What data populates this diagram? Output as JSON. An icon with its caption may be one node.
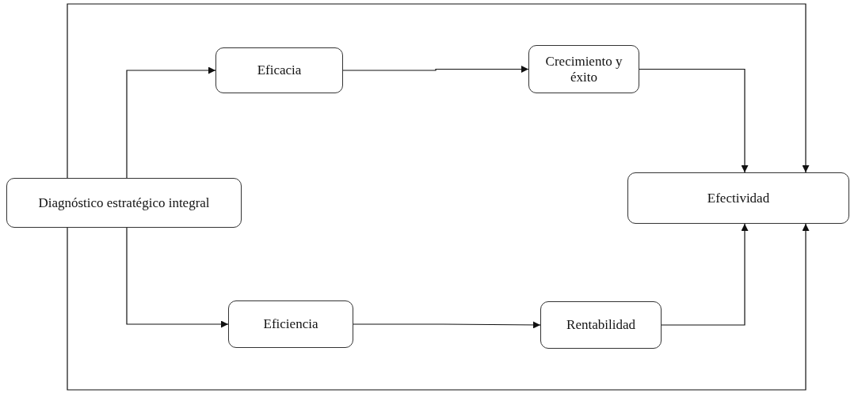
{
  "diagram": {
    "nodes": [
      {
        "text": [
          "Diagnóstico estratégico integral"
        ]
      },
      {
        "text": [
          "Eficacia"
        ]
      },
      {
        "text": [
          "Crecimiento y éxito"
        ]
      },
      {
        "text": [
          "Efectividad"
        ]
      },
      {
        "text": [
          "Eficiencia"
        ]
      },
      {
        "text": [
          "Rentabilidad"
        ]
      }
    ],
    "edges": [
      {
        "from": 0,
        "to": 1,
        "arrow": "to"
      },
      {
        "from": 1,
        "to": 2,
        "arrow": "to"
      },
      {
        "from": 2,
        "to": 3,
        "arrow": "to"
      },
      {
        "from": 0,
        "to": 4,
        "arrow": "to"
      },
      {
        "from": 4,
        "to": 5,
        "arrow": "to"
      },
      {
        "from": 5,
        "to": 3,
        "arrow": "to"
      },
      {
        "from": 0,
        "to": 3,
        "arrow": "to"
      },
      {
        "from": 0,
        "to": 3,
        "arrow": "to"
      }
    ]
  }
}
